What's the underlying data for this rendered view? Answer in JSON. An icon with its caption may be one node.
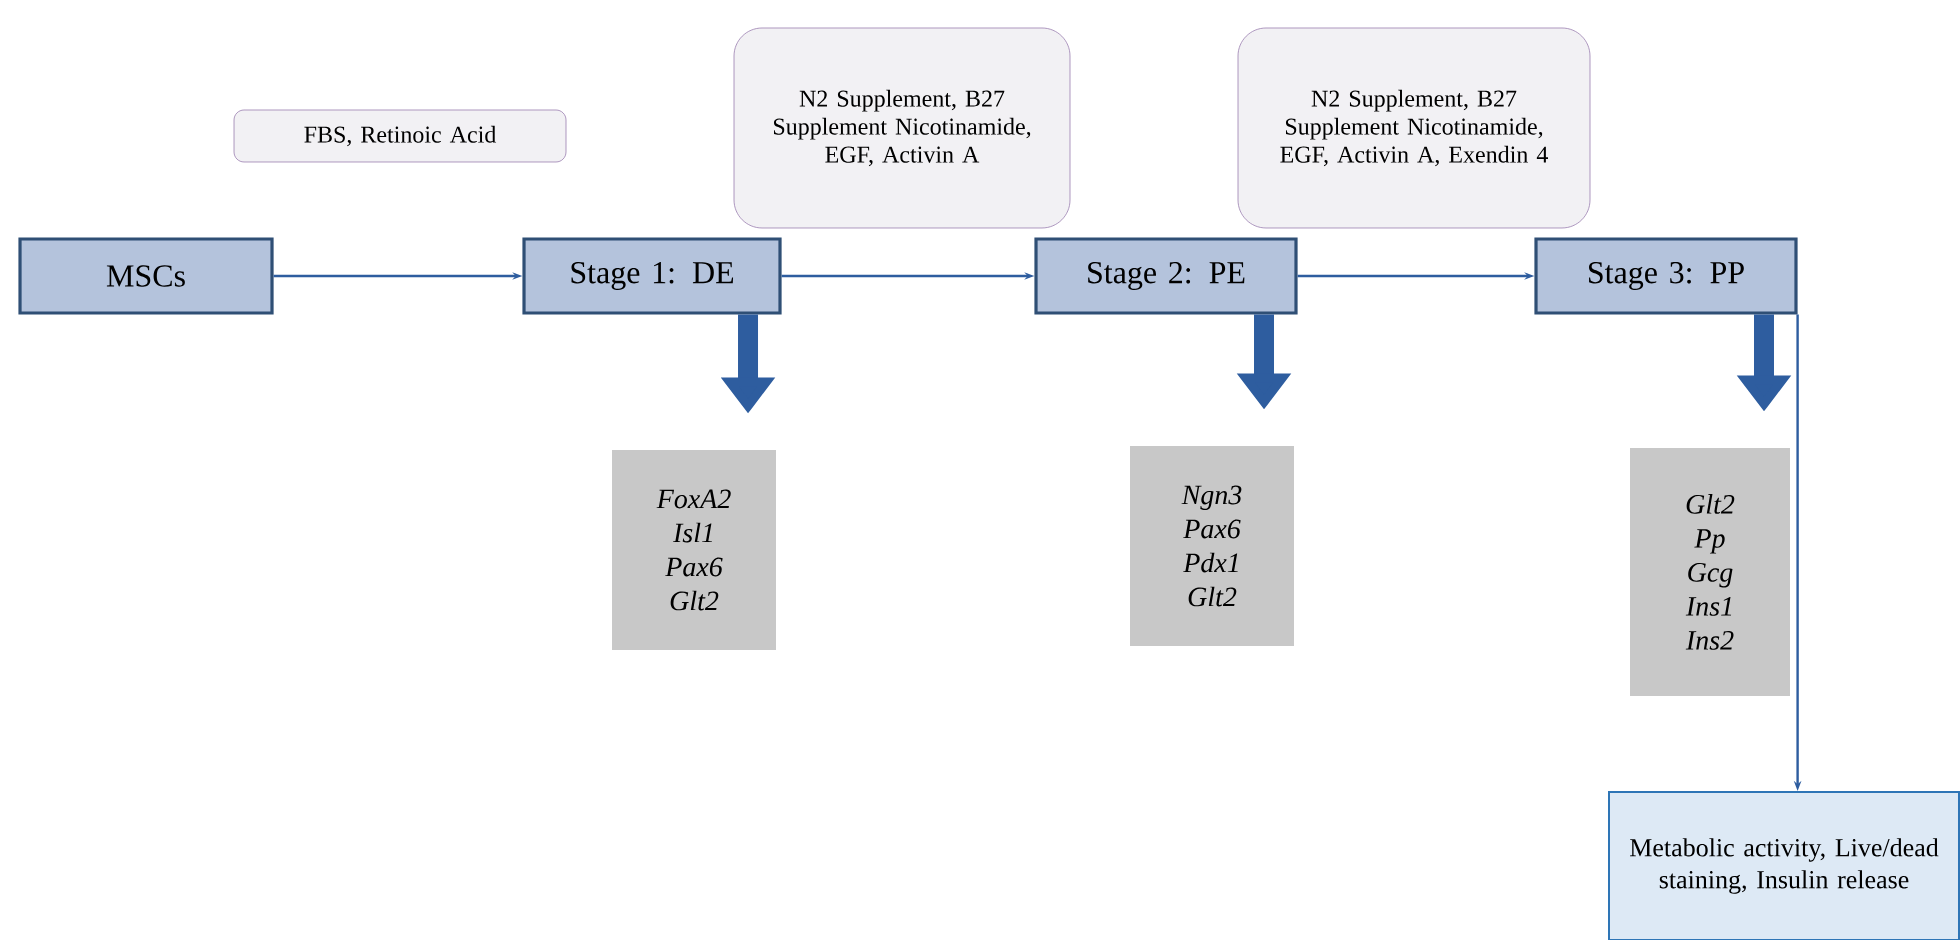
{
  "diagram": {
    "nodes": [
      {
        "text": [
          "FBS, Retinoic Acid"
        ]
      },
      {
        "text": [
          "N2 Supplement, B27 Supplement Nicotinamide, EGF, Activin A"
        ]
      },
      {
        "text": [
          "N2 Supplement, B27 Supplement Nicotinamide, EGF, Activin A, Exendin 4"
        ]
      },
      {
        "text": [
          "MSCs"
        ]
      },
      {
        "text": [
          "Stage 1: DE"
        ]
      },
      {
        "text": [
          "Stage 2: PE"
        ]
      },
      {
        "text": [
          "Stage 3: PP"
        ]
      },
      {
        "text": [
          "FoxA2",
          "Isl1",
          "Pax6",
          "Glt2"
        ]
      },
      {
        "text": [
          "Ngn3",
          "Pax6",
          "Pdx1",
          "Glt2"
        ]
      },
      {
        "text": [
          "Glt2",
          "Pp",
          "Gcg",
          "Ins1",
          "Ins2"
        ]
      },
      {
        "text": [
          "Metabolic activity, Live/dead staining, Insulin release"
        ]
      }
    ],
    "edges": [
      {
        "from": 3,
        "to": 4,
        "arrow": "to"
      },
      {
        "from": 4,
        "to": 5,
        "arrow": "to"
      },
      {
        "from": 5,
        "to": 6,
        "arrow": "to"
      },
      {
        "from": 4,
        "to": 7,
        "arrow": "to",
        "style": "thick"
      },
      {
        "from": 5,
        "to": 8,
        "arrow": "to",
        "style": "thick"
      },
      {
        "from": 6,
        "to": 9,
        "arrow": "to",
        "style": "thick"
      },
      {
        "from": 6,
        "to": 10,
        "arrow": "to"
      }
    ]
  }
}
